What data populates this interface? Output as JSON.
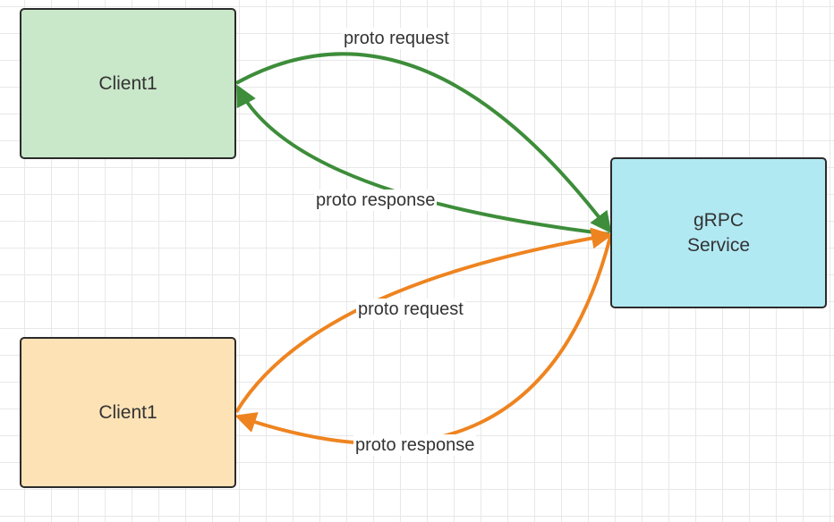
{
  "nodes": {
    "client_top": {
      "label": "Client1",
      "fill": "#c9e7c9"
    },
    "client_bottom": {
      "label": "Client1",
      "fill": "#fde2b5"
    },
    "service": {
      "label": "gRPC\nService",
      "fill": "#b1e9f3"
    }
  },
  "edges": {
    "top_request": {
      "label": "proto request",
      "color": "#3d8d3a"
    },
    "top_response": {
      "label": "proto response",
      "color": "#3d8d3a"
    },
    "bottom_request": {
      "label": "proto request",
      "color": "#ee8420"
    },
    "bottom_response": {
      "label": "proto response",
      "color": "#ee8420"
    }
  },
  "colors": {
    "grid_line": "#e8e8e8",
    "node_border": "#2b2b2b",
    "text": "#333333"
  }
}
